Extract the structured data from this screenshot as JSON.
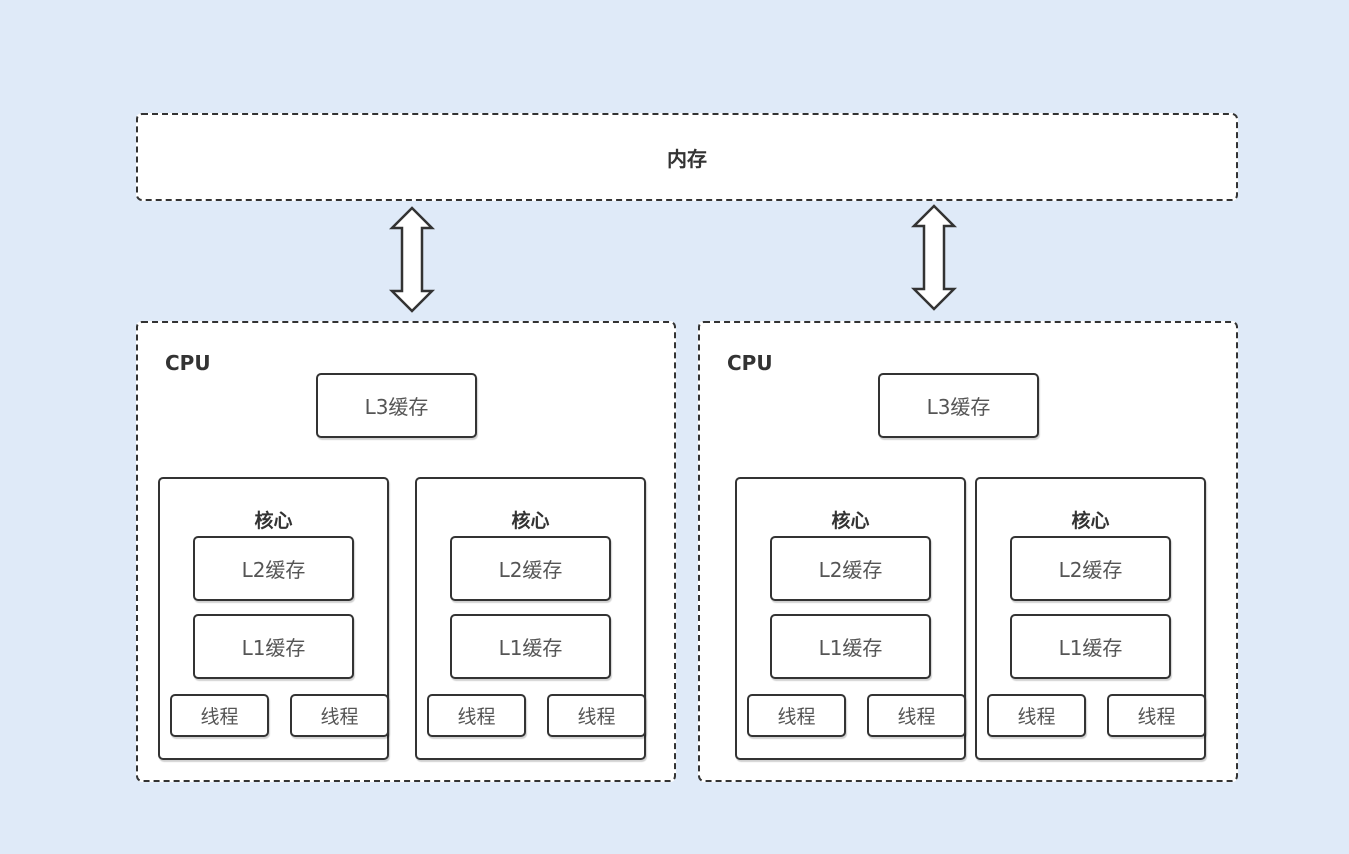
{
  "memory": {
    "label": "内存"
  },
  "cpus": [
    {
      "label": "CPU",
      "l3_label": "L3缓存",
      "cores": [
        {
          "label": "核心",
          "l2_label": "L2缓存",
          "l1_label": "L1缓存",
          "threads": [
            "线程",
            "线程"
          ]
        },
        {
          "label": "核心",
          "l2_label": "L2缓存",
          "l1_label": "L1缓存",
          "threads": [
            "线程",
            "线程"
          ]
        }
      ]
    },
    {
      "label": "CPU",
      "l3_label": "L3缓存",
      "cores": [
        {
          "label": "核心",
          "l2_label": "L2缓存",
          "l1_label": "L1缓存",
          "threads": [
            "线程",
            "线程"
          ]
        },
        {
          "label": "核心",
          "l2_label": "L2缓存",
          "l1_label": "L1缓存",
          "threads": [
            "线程",
            "线程"
          ]
        }
      ]
    }
  ],
  "colors": {
    "background": "#dfeaf8",
    "stroke": "#333333",
    "fill": "#ffffff"
  },
  "icons": [
    "double-headed-arrow-icon",
    "double-headed-arrow-icon"
  ]
}
